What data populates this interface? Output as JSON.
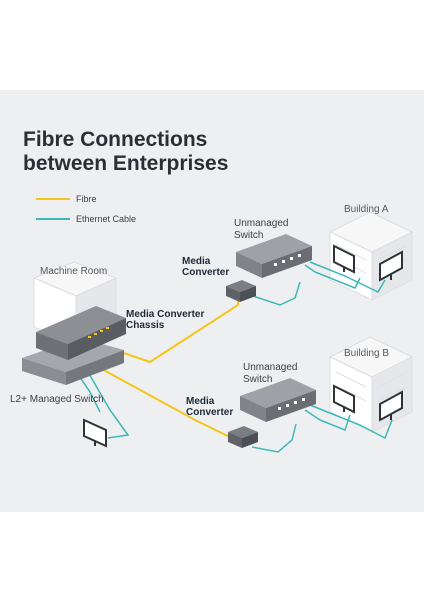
{
  "title_line1": "Fibre Connections",
  "title_line2": "between Enterprises",
  "legend": {
    "fibre": "Fibre",
    "ethernet": "Ethernet Cable",
    "fibre_color": "#f5c518",
    "ethernet_color": "#3db8b8"
  },
  "labels": {
    "machine_room": "Machine Room",
    "building_a": "Building A",
    "building_b": "Building B",
    "unmanaged_switch_a_1": "Unmanaged",
    "unmanaged_switch_a_2": "Switch",
    "unmanaged_switch_b_1": "Unmanaged",
    "unmanaged_switch_b_2": "Switch",
    "media_converter_a_1": "Media",
    "media_converter_a_2": "Converter",
    "media_converter_b_1": "Media",
    "media_converter_b_2": "Converter",
    "chassis_1": "Media Converter",
    "chassis_2": "Chassis",
    "l2_switch": "L2+ Managed Switch"
  }
}
